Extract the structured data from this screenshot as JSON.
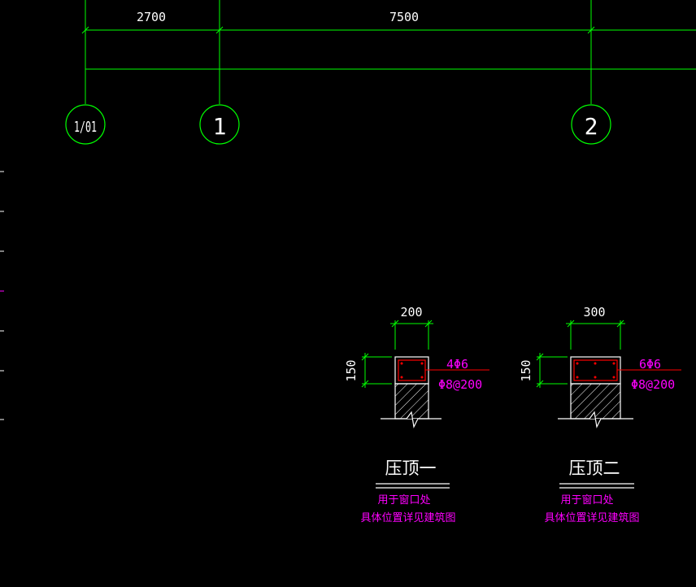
{
  "colors": {
    "background": "#000000",
    "grid": "#00ff00",
    "structure": "#ffffff",
    "rebar": "#ff0000",
    "annotation": "#ff00ff",
    "dimension": "#00ff00"
  },
  "grid_dimensions": {
    "span_a": "2700",
    "span_b": "7500"
  },
  "axis_bubbles": {
    "left": "1/01",
    "middle": "1",
    "right": "2"
  },
  "detail_1": {
    "width_dim": "200",
    "height_dim": "150",
    "longitudinal_bars": "4Φ6",
    "stirrups": "Φ8@200",
    "title": "压顶一",
    "note_line1": "用于窗口处",
    "note_line2": "具体位置详见建筑图"
  },
  "detail_2": {
    "width_dim": "300",
    "height_dim": "150",
    "longitudinal_bars": "6Φ6",
    "stirrups": "Φ8@200",
    "title": "压顶二",
    "note_line1": "用于窗口处",
    "note_line2": "具体位置详见建筑图"
  }
}
